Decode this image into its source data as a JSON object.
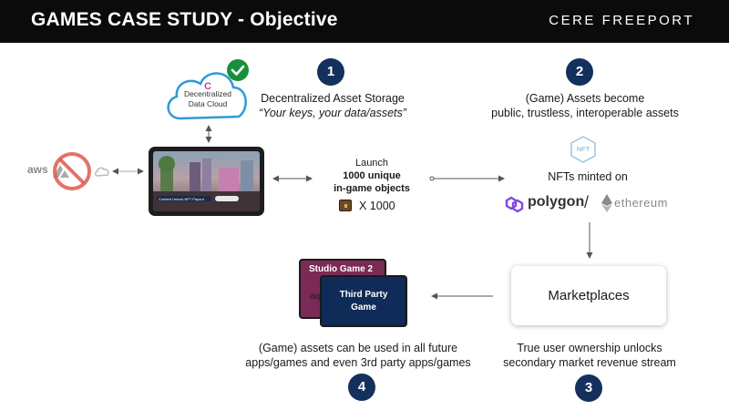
{
  "header": {
    "title": "GAMES CASE STUDY - Objective",
    "brand": "CERE FREEPORT"
  },
  "steps": {
    "one": {
      "number": "1",
      "line1": "Decentralized Asset Storage",
      "line2": "“Your keys, your data/assets”"
    },
    "two": {
      "number": "2",
      "line1": "(Game) Assets become",
      "line2": "public, trustless, interoperable assets"
    },
    "three": {
      "number": "3",
      "line1": "True user ownership unlocks",
      "line2": "secondary market revenue stream"
    },
    "four": {
      "number": "4",
      "line1": "(Game) assets can be used in all future",
      "line2": "apps/games and even 3rd party apps/games"
    }
  },
  "cloud": {
    "label": "Decentralized Data Cloud"
  },
  "launch": {
    "line1": "Launch",
    "line2": "1000 unique",
    "line3": "in-game objects",
    "multiplier": "X 1000"
  },
  "nft": {
    "label": "NFTs minted on",
    "badge": "NFT",
    "polygon": "polygon",
    "separator": "/",
    "ethereum": "ethereum"
  },
  "marketplaces": {
    "label": "Marketplaces"
  },
  "cards": {
    "back": "Studio Game 2",
    "back_partial": "aq",
    "front_line1": "Third Party",
    "front_line2": "Game"
  },
  "aws": {
    "label": "aws"
  },
  "tablet": {
    "banner": "Content Unlock NFT Payout"
  },
  "colors": {
    "step_circle": "#14305c",
    "check": "#1a8f3b",
    "polygon": "#8247e5",
    "prohibit": "#e05a4f"
  },
  "icons": [
    "check-icon",
    "cloud-icon",
    "prohibit-icon",
    "chest-icon",
    "polygon-icon",
    "ethereum-icon",
    "nft-icon"
  ]
}
